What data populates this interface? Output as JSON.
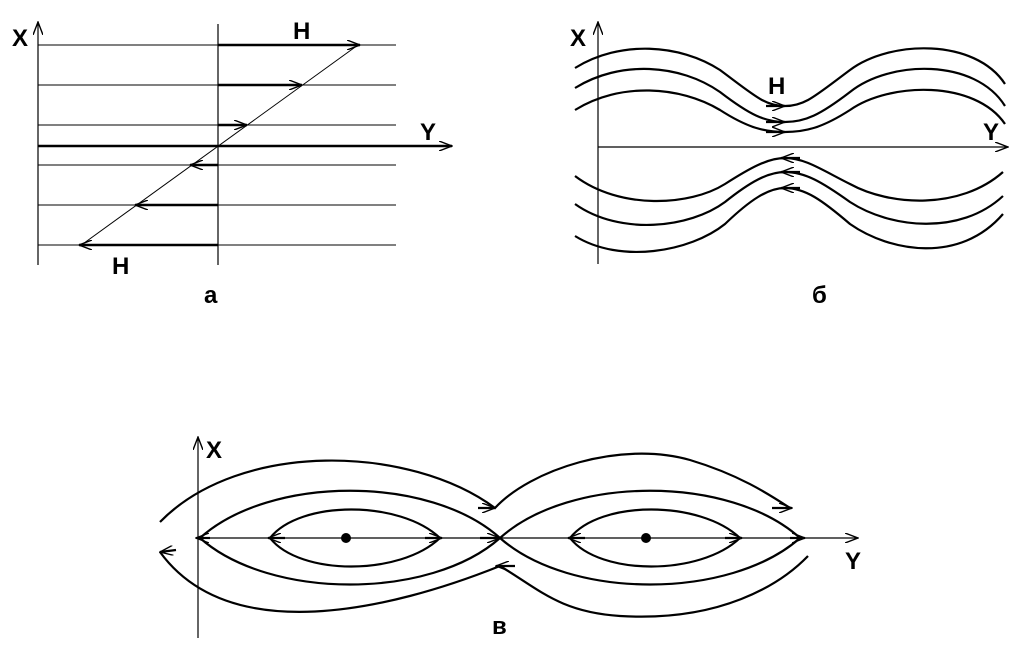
{
  "panel_a": {
    "caption": "а",
    "axis_x": "X",
    "axis_y": "Y",
    "field_label_top": "H",
    "field_label_bottom": "H"
  },
  "panel_b": {
    "caption": "б",
    "axis_x": "X",
    "axis_y": "Y",
    "field_label": "H"
  },
  "panel_c": {
    "caption": "в",
    "axis_x": "X",
    "axis_y": "Y"
  }
}
